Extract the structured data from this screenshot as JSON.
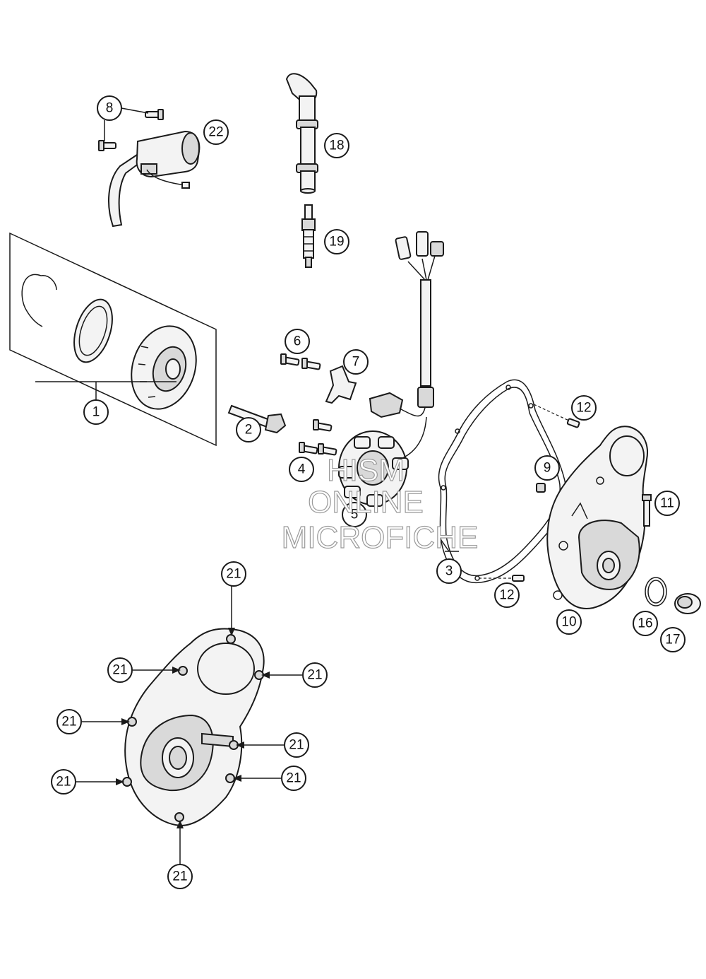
{
  "callouts": {
    "c1": "1",
    "c2": "2",
    "c3": "3",
    "c4": "4",
    "c5": "5",
    "c6": "6",
    "c7": "7",
    "c8": "8",
    "c9": "9",
    "c10": "10",
    "c11": "11",
    "c12": "12",
    "c16": "16",
    "c17": "17",
    "c18": "18",
    "c19": "19",
    "c21": "21",
    "c22": "22"
  },
  "watermark": {
    "line1": "HISM",
    "line2": "ONLINE",
    "line3": "MICROFICHE"
  }
}
